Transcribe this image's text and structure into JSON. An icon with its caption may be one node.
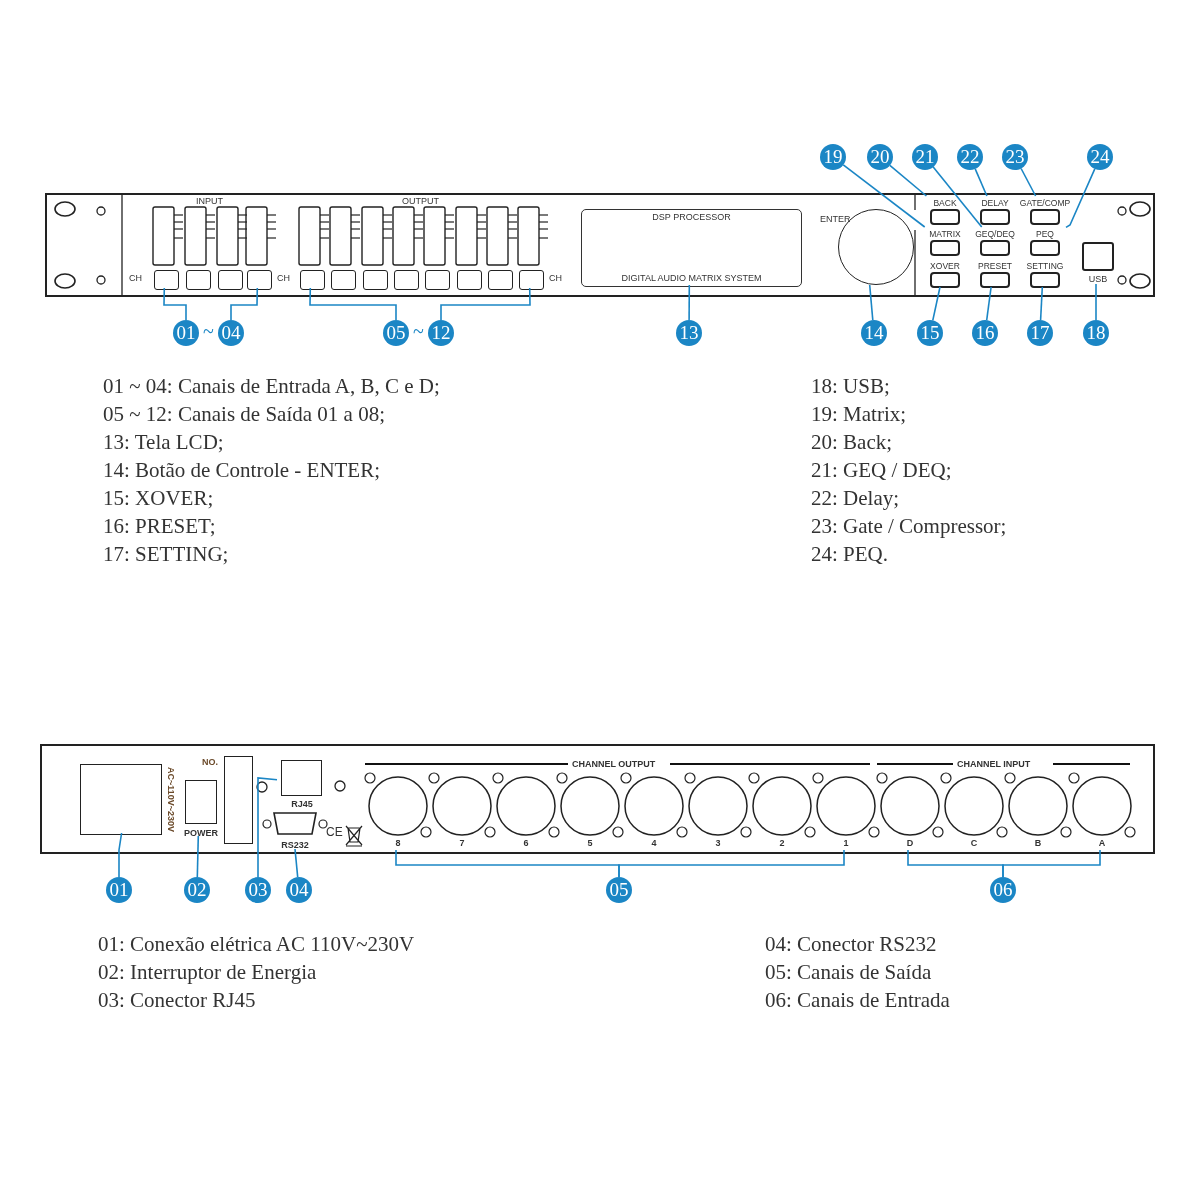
{
  "diagram": {
    "nodes": [
      {
        "text": [],
        "shape": "box"
      },
      {
        "text": [],
        "shape": "box",
        "in": 0
      },
      {
        "text": [],
        "shape": "box",
        "in": 0
      },
      {
        "text": [],
        "shape": "box",
        "in": 0
      },
      {
        "text": [],
        "shape": "box",
        "in": 0
      },
      {
        "text": [],
        "shape": "box",
        "in": 0
      },
      {
        "text": [],
        "shape": "box",
        "in": 0
      },
      {
        "text": [],
        "shape": "box",
        "in": 0
      },
      {
        "text": [],
        "shape": "box",
        "in": 0
      },
      {
        "text": [],
        "shape": "box",
        "in": 0
      },
      {
        "text": [],
        "shape": "box",
        "in": 0
      },
      {
        "text": [],
        "shape": "box",
        "in": 0
      },
      {
        "text": [],
        "shape": "box",
        "in": 0
      },
      {
        "text": [
          "DSP PROCESSOR",
          "DIGITAL AUDIO MATRIX SYSTEM"
        ],
        "in": 0
      },
      {
        "text": [
          "ENTER"
        ],
        "in": 0
      },
      {
        "text": [
          "BACK"
        ],
        "in": 0
      },
      {
        "text": [
          "DELAY"
        ],
        "in": 0
      },
      {
        "text": [
          "GATE/COMP"
        ],
        "in": 0
      },
      {
        "text": [
          "MATRIX"
        ],
        "in": 0
      },
      {
        "text": [
          "GEQ/DEQ"
        ],
        "in": 0
      },
      {
        "text": [
          "PEQ"
        ],
        "in": 0
      },
      {
        "text": [
          "XOVER"
        ],
        "in": 0
      },
      {
        "text": [
          "PRESET"
        ],
        "in": 0
      },
      {
        "text": [
          "SETTING"
        ],
        "in": 0
      },
      {
        "text": [
          "USB"
        ],
        "in": 0
      },
      {
        "text": [
          "01"
        ]
      },
      {
        "text": [
          "04"
        ]
      },
      {
        "text": [
          "05"
        ]
      },
      {
        "text": [
          "12"
        ]
      },
      {
        "text": [
          "13"
        ]
      },
      {
        "text": [
          "14"
        ]
      },
      {
        "text": [
          "15"
        ]
      },
      {
        "text": [
          "16"
        ]
      },
      {
        "text": [
          "17"
        ]
      },
      {
        "text": [
          "18"
        ]
      },
      {
        "text": [
          "19"
        ]
      },
      {
        "text": [
          "20"
        ]
      },
      {
        "text": [
          "21"
        ]
      },
      {
        "text": [
          "22"
        ]
      },
      {
        "text": [
          "23"
        ]
      },
      {
        "text": [
          "24"
        ]
      },
      {
        "text": [],
        "shape": "box"
      },
      {
        "text": [],
        "shape": "box",
        "beside": [
          "AC~110V~230V"
        ],
        "in": 41
      },
      {
        "text": [
          "POWER"
        ],
        "in": 41
      },
      {
        "text": [
          "NO."
        ],
        "in": 41
      },
      {
        "text": [
          "RJ45"
        ],
        "in": 41
      },
      {
        "text": [
          "RS232"
        ],
        "in": 41
      },
      {
        "text": [
          "8"
        ],
        "in": 41
      },
      {
        "text": [
          "7"
        ],
        "in": 41
      },
      {
        "text": [
          "6"
        ],
        "in": 41
      },
      {
        "text": [
          "5"
        ],
        "in": 41
      },
      {
        "text": [
          "4"
        ],
        "in": 41
      },
      {
        "text": [
          "3"
        ],
        "in": 41
      },
      {
        "text": [
          "2"
        ],
        "in": 41
      },
      {
        "text": [
          "1"
        ],
        "in": 41
      },
      {
        "text": [
          "D"
        ],
        "in": 41
      },
      {
        "text": [
          "C"
        ],
        "in": 41
      },
      {
        "text": [
          "B"
        ],
        "in": 41
      },
      {
        "text": [
          "A"
        ],
        "in": 41
      },
      {
        "text": [
          "01"
        ]
      },
      {
        "text": [
          "02"
        ]
      },
      {
        "text": [
          "03"
        ]
      },
      {
        "text": [
          "04"
        ]
      },
      {
        "text": [
          "05"
        ]
      },
      {
        "text": [
          "06"
        ]
      }
    ],
    "edges": [
      {
        "from": 25,
        "to": 1,
        "arrow": "none"
      },
      {
        "from": 26,
        "to": 4,
        "arrow": "none"
      },
      {
        "from": 27,
        "to": 5,
        "arrow": "none"
      },
      {
        "from": 28,
        "to": 12,
        "arrow": "none"
      },
      {
        "from": 29,
        "to": 13,
        "arrow": "none"
      },
      {
        "from": 30,
        "to": 14,
        "arrow": "none"
      },
      {
        "from": 31,
        "to": 21,
        "arrow": "none"
      },
      {
        "from": 32,
        "to": 22,
        "arrow": "none"
      },
      {
        "from": 33,
        "to": 23,
        "arrow": "none"
      },
      {
        "from": 34,
        "to": 24,
        "arrow": "none"
      },
      {
        "from": 35,
        "to": 18,
        "arrow": "none"
      },
      {
        "from": 36,
        "to": 15,
        "arrow": "none"
      },
      {
        "from": 37,
        "to": 19,
        "arrow": "none"
      },
      {
        "from": 38,
        "to": 16,
        "arrow": "none"
      },
      {
        "from": 39,
        "to": 17,
        "arrow": "none"
      },
      {
        "from": 40,
        "to": 20,
        "arrow": "none"
      },
      {
        "from": 59,
        "to": 42,
        "arrow": "none"
      },
      {
        "from": 60,
        "to": 43,
        "arrow": "none"
      },
      {
        "from": 61,
        "to": 45,
        "arrow": "none"
      },
      {
        "from": 62,
        "to": 46,
        "arrow": "none"
      },
      {
        "from": 63,
        "to": 47,
        "arrow": "none"
      },
      {
        "from": 63,
        "to": 54,
        "arrow": "none"
      },
      {
        "from": 64,
        "to": 55,
        "arrow": "none"
      },
      {
        "from": 64,
        "to": 58,
        "arrow": "none"
      }
    ],
    "labels": [
      "INPUT",
      "OUTPUT",
      "CH",
      "CH",
      "CH",
      "~",
      "~",
      "01 ~ 04: Canais de Entrada A, B, C e D;",
      "05 ~ 12: Canais de Saída 01 a 08;",
      "13: Tela LCD;",
      "14: Botão de Controle - ENTER;",
      "15: XOVER;",
      "16: PRESET;",
      "17: SETTING;",
      "18: USB;",
      "19: Matrix;",
      "20: Back;",
      "21: GEQ / DEQ;",
      "22: Delay;",
      "23: Gate / Compressor;",
      "24: PEQ.",
      "CHANNEL OUTPUT",
      "CHANNEL INPUT",
      "CE",
      "01: Conexão elétrica AC 110V~230V",
      "02: Interruptor de Energia",
      "03: Conector RJ45",
      "04: Conector RS232",
      "05: Canais de Saída",
      "06: Canais de Entrada"
    ]
  }
}
